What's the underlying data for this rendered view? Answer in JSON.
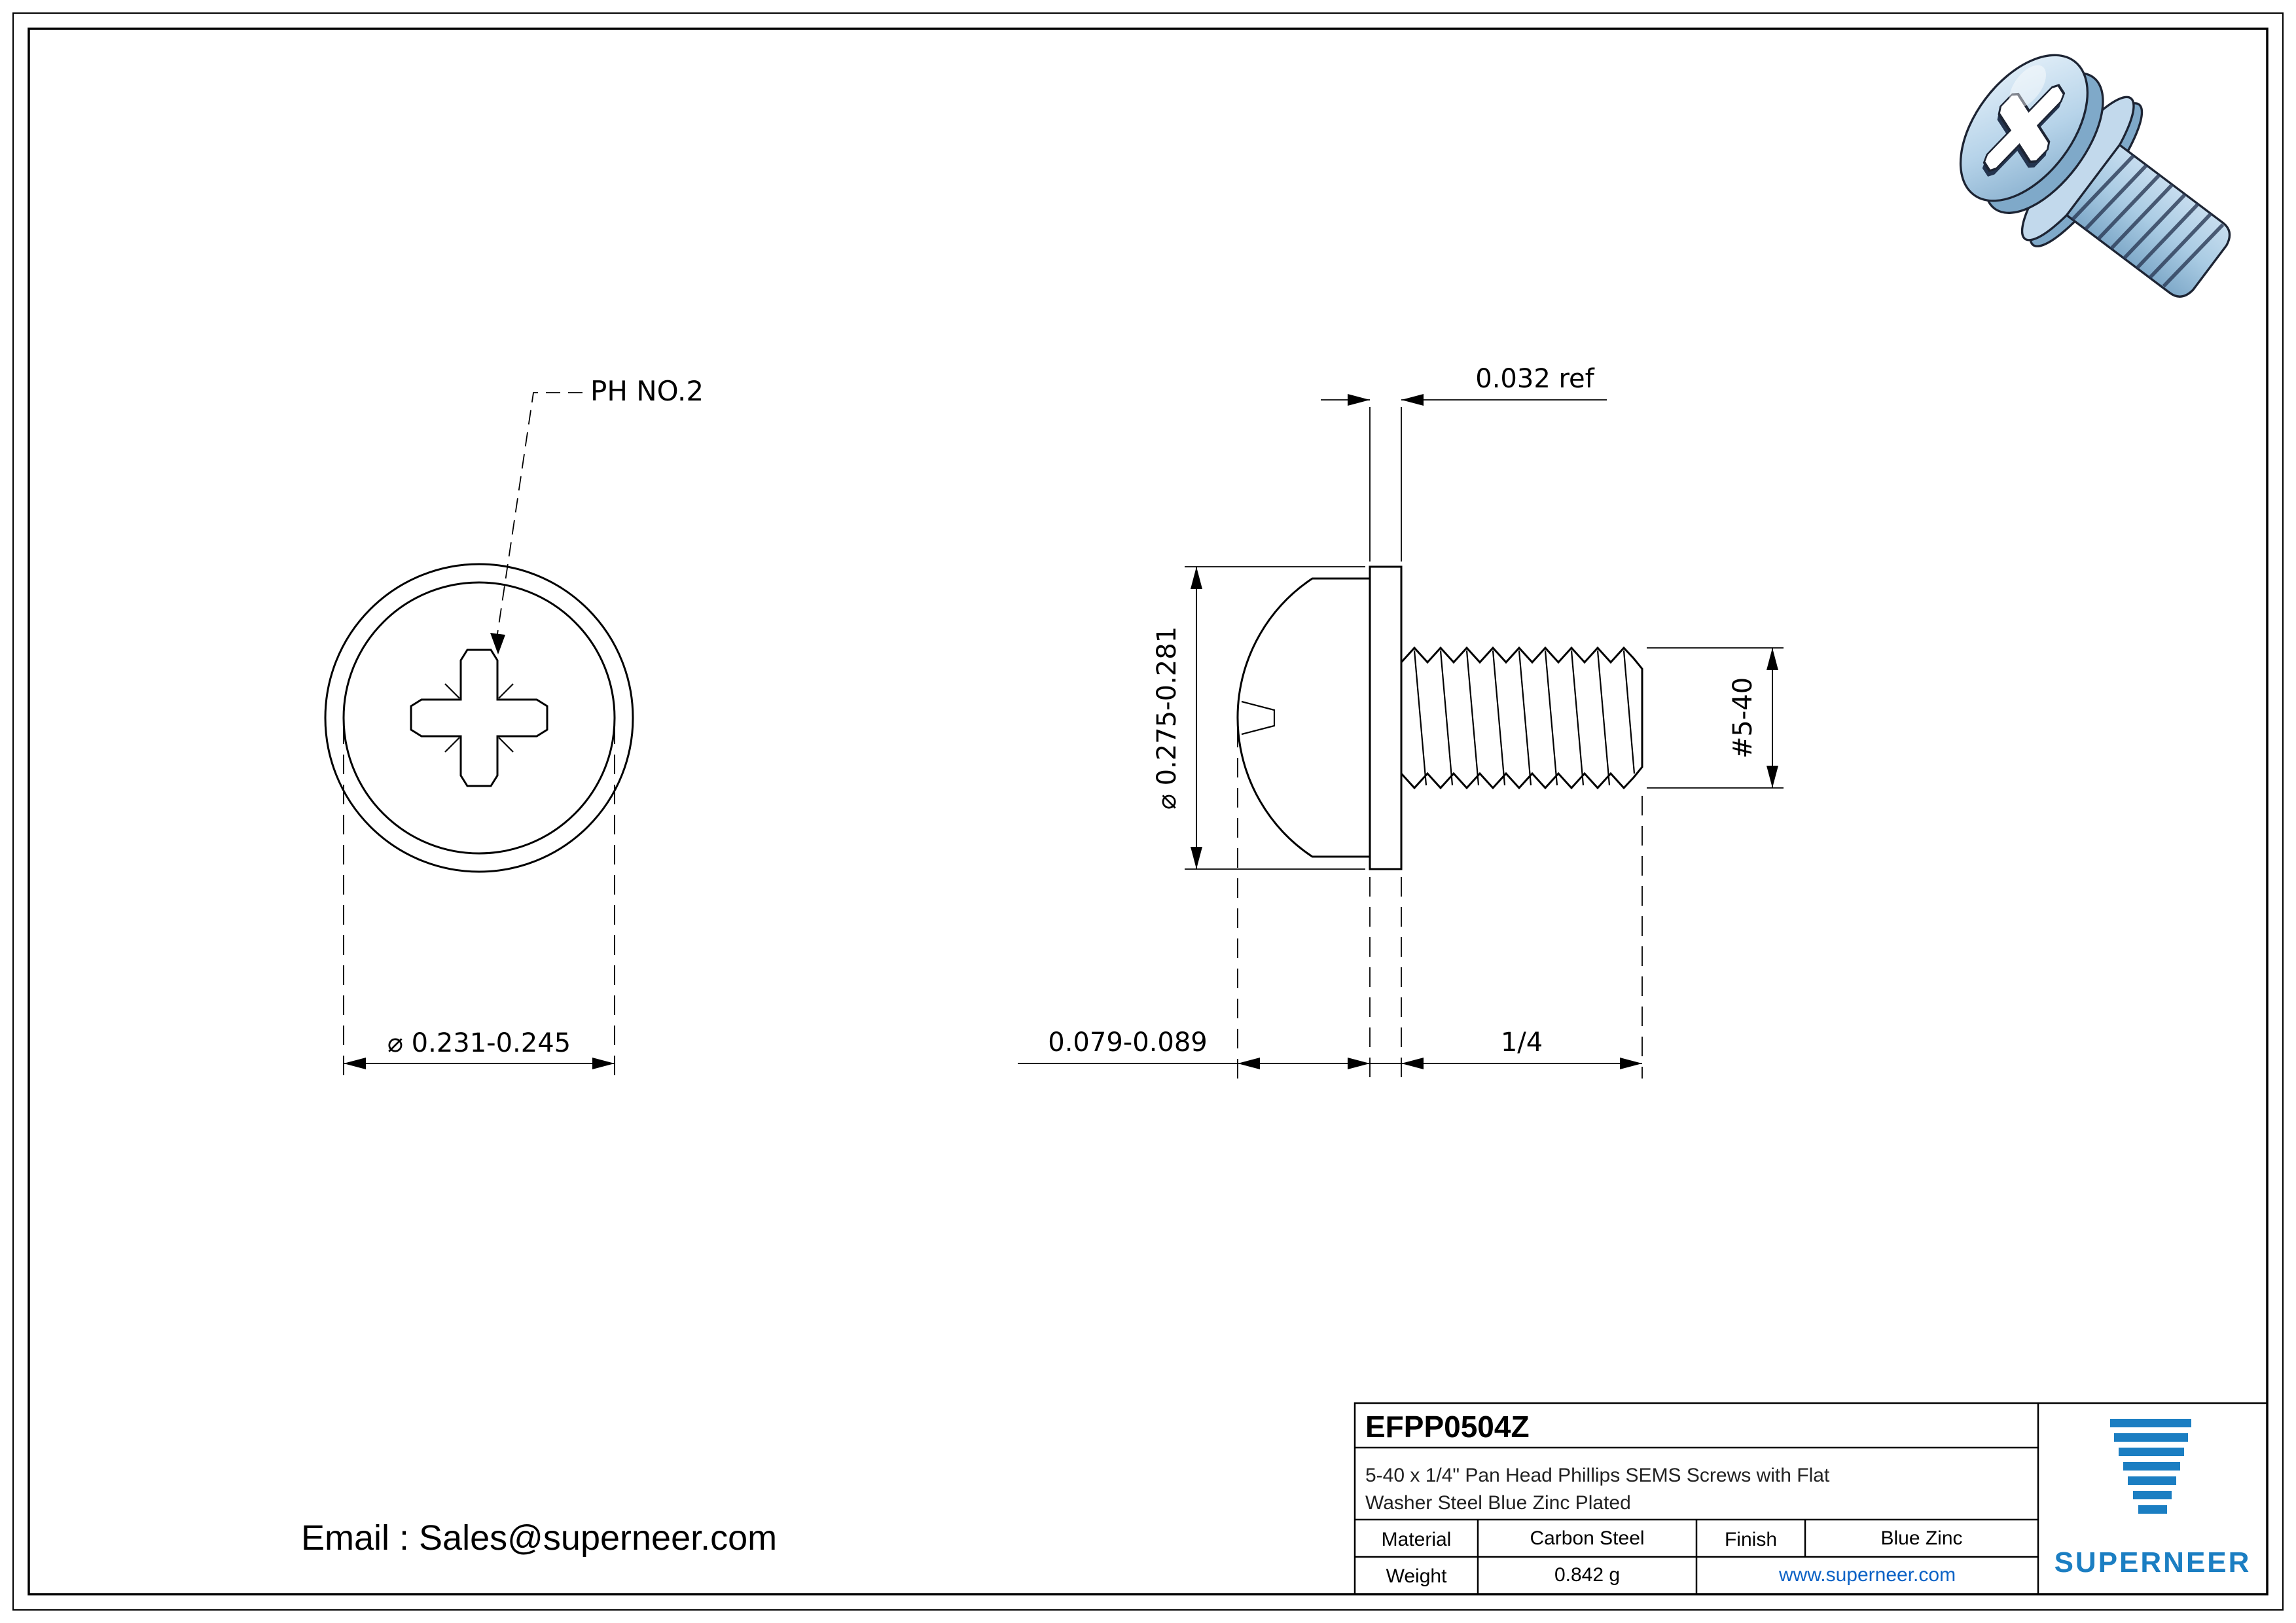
{
  "front_view": {
    "callout": "PH NO.2",
    "dim_head_diameter": "⌀ 0.231-0.245"
  },
  "side_view": {
    "dim_washer_thickness": "0.032 ref",
    "dim_washer_od": "⌀ 0.275-0.281",
    "dim_thread_size": "#5-40",
    "dim_head_height": "0.079-0.089",
    "dim_length": "1/4"
  },
  "title_block": {
    "part_number": "EFPP0504Z",
    "description_line1": "5-40 x 1/4\" Pan Head Phillips SEMS Screws with Flat",
    "description_line2": "Washer Steel Blue Zinc Plated",
    "material_label": "Material",
    "material_value": "Carbon Steel",
    "finish_label": "Finish",
    "finish_value": "Blue Zinc",
    "weight_label": "Weight",
    "weight_value": "0.842 g",
    "website": "www.superneer.com",
    "brand": "SUPERNEER"
  },
  "footer": {
    "email": "Email : Sales@superneer.com"
  },
  "colors": {
    "accent_blue": "#1b7ec2",
    "link_blue": "#0b62c5",
    "line_black": "#000000",
    "screw_light": "#d9e9f5",
    "screw_mid": "#a9cbe3",
    "screw_dark": "#7fa9c9"
  }
}
